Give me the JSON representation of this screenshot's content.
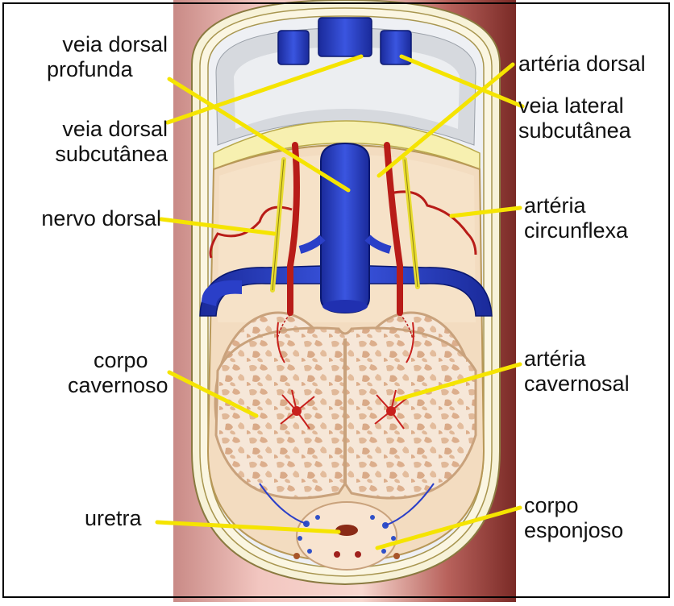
{
  "labels": {
    "veia_dorsal_profunda": [
      "veia dorsal",
      "profunda"
    ],
    "veia_dorsal_subcutanea": [
      "veia dorsal",
      "subcutânea"
    ],
    "nervo_dorsal": [
      "nervo dorsal"
    ],
    "corpo_cavernoso": [
      "corpo",
      "cavernoso"
    ],
    "uretra": [
      "uretra"
    ],
    "arteria_dorsal": [
      "artéria dorsal"
    ],
    "veia_lateral_subcutanea": [
      "veia lateral",
      "subcutânea"
    ],
    "arteria_circunflexa": [
      "artéria",
      "circunflexa"
    ],
    "arteria_cavernosal": [
      "artéria",
      "cavernosal"
    ],
    "corpo_esponjoso": [
      "corpo",
      "esponjoso"
    ]
  },
  "colors": {
    "leader_line": "#f5e400",
    "vein": "#2a3fc8",
    "artery": "#c8201c",
    "nerve": "#e8dc30",
    "skin": "#b8706c",
    "tissue": "#f4dcc4"
  }
}
